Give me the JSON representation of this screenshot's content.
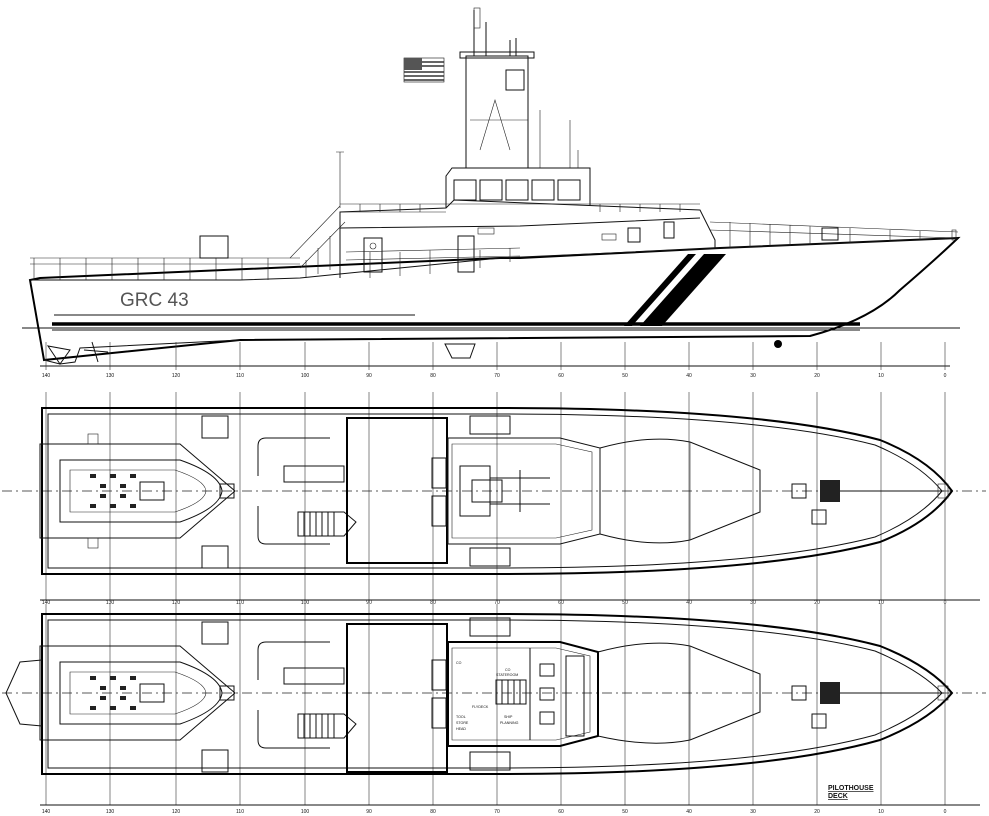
{
  "hull_marking": "GRC 43",
  "station_labels": [
    "140",
    "130",
    "120",
    "110",
    "100",
    "90",
    "80",
    "70",
    "60",
    "50",
    "40",
    "30",
    "20",
    "10",
    "0"
  ],
  "deck_label_line1": "PILOTHOUSE",
  "deck_label_line2": "DECK",
  "room_labels": {
    "p1": "CO",
    "p2": "STATEROOM",
    "p3": "CO",
    "p4": "HEAD",
    "p5": "FLYDECK",
    "p6": "SHIP",
    "p7": "PLANNING",
    "p8": "TOOL",
    "p9": "STORE"
  }
}
